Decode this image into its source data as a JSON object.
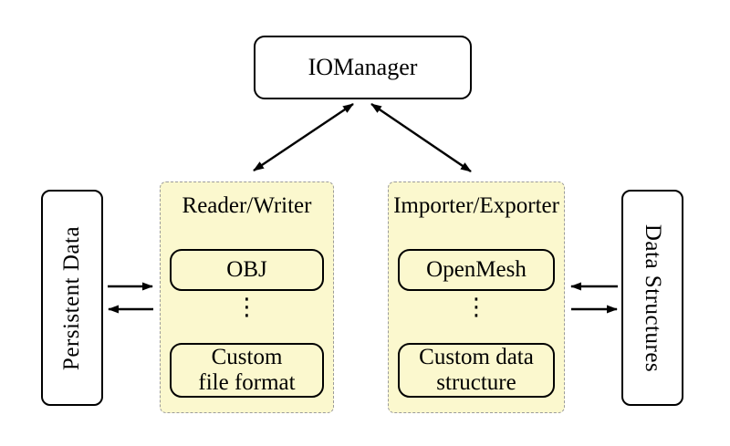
{
  "colors": {
    "group_fill": "#FBF8CE",
    "group_border": "#9B9B9B",
    "node_fill": "#FFFFFF",
    "ink": "#000000",
    "background": "#FFFFFF"
  },
  "diagram": {
    "iomanager": {
      "label": "IOManager"
    },
    "reader_writer": {
      "title": "Reader/Writer",
      "items": [
        "OBJ",
        "Custom\nfile format"
      ],
      "ellipsis": "⋮"
    },
    "importer_exporter": {
      "title": "Importer/Exporter",
      "items": [
        "OpenMesh",
        "Custom data\nstructure"
      ],
      "ellipsis": "⋮"
    },
    "persistent_data": {
      "label": "Persistent Data"
    },
    "data_structures": {
      "label": "Data Structures"
    }
  }
}
